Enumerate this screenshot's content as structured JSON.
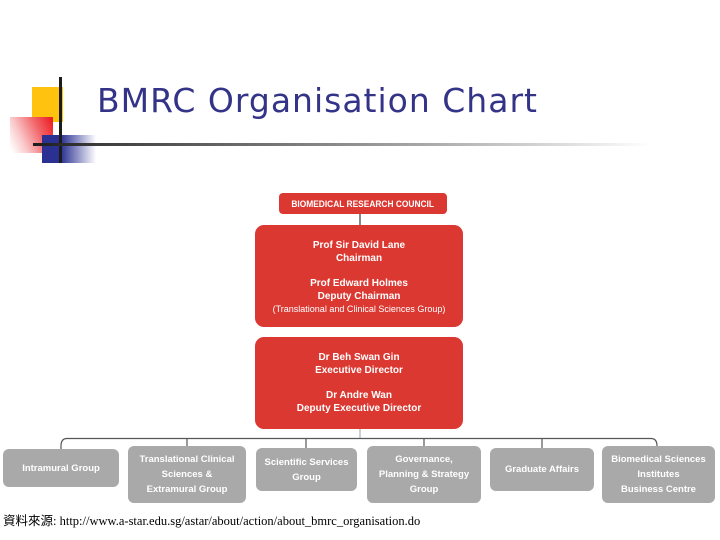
{
  "slide": {
    "title": "BMRC Organisation Chart",
    "footer": "資料來源: http://www.a-star.edu.sg/astar/about/action/about_bmrc_organisation.do"
  },
  "colors": {
    "title_blue": "#333388",
    "box_red": "#DB3832",
    "box_gray": "#A9A9A9",
    "connector_gray": "#55565A",
    "deco_yellow": "#FFC20E",
    "deco_blue": "#2B3192",
    "deco_red": "#EC2227"
  },
  "org": {
    "root": {
      "label": "BIOMEDICAL RESEARCH COUNCIL"
    },
    "leadership": {
      "chairman": {
        "name": "Prof Sir David Lane",
        "role": "Chairman"
      },
      "deputy_chairman": {
        "name": "Prof Edward Holmes",
        "role": "Deputy Chairman",
        "note": "(Translational and Clinical Sciences Group)"
      },
      "executive_director": {
        "name": "Dr Beh Swan Gin",
        "role": "Executive Director"
      },
      "deputy_executive_director": {
        "name": "Dr Andre Wan",
        "role": "Deputy Executive Director"
      }
    },
    "groups": [
      {
        "label": "Intramural Group"
      },
      {
        "label": "Translational Clinical\nSciences &\nExtramural Group"
      },
      {
        "label": "Scientific Services\nGroup"
      },
      {
        "label": "Governance,\nPlanning & Strategy\nGroup"
      },
      {
        "label": "Graduate Affairs"
      },
      {
        "label": "Biomedical Sciences\nInstitutes\nBusiness Centre"
      }
    ]
  }
}
